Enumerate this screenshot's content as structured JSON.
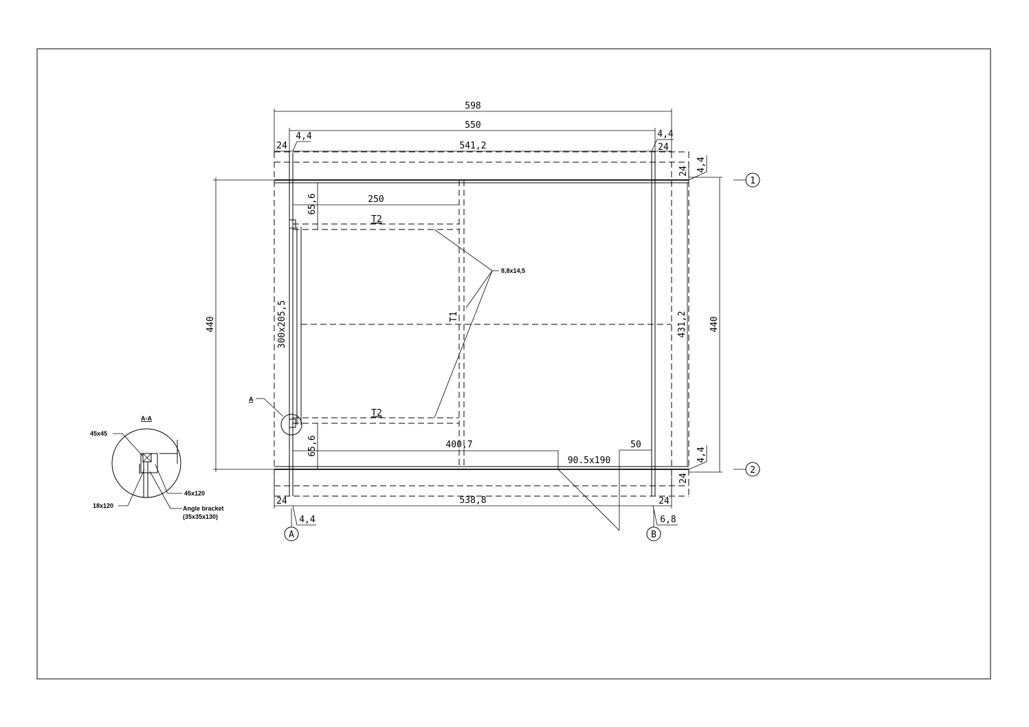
{
  "dimensions": {
    "overall_width": "598",
    "width_550": "550",
    "left_offset_top": "4,4",
    "right_offset_top": "4,4",
    "left_24_top": "24",
    "inner_span_top": "541,2",
    "right_24_top": "24",
    "right_24_upper": "24",
    "right_44_upper": "4,4",
    "height_left": "440",
    "height_right": "440",
    "inner_height_right": "431,2",
    "dim_65_top": "65,6",
    "dim_250": "250",
    "dim_65_bottom": "65,6",
    "dim_400": "400,7",
    "dim_50": "50",
    "right_24_lower": "24",
    "right_44_lower": "4,4",
    "left_24_bottom": "24",
    "inner_span_bottom": "538,8",
    "right_24_bottom": "24",
    "left_offset_bottom": "4,4",
    "right_offset_bottom": "6,8"
  },
  "labels": {
    "beam_t2_top": "T2",
    "beam_t2_bottom": "T2",
    "beam_t1": "T1",
    "section_left": "300x205,5",
    "section_bottom": "90.5x190",
    "bolt_callout": "8,8x14,5",
    "detail_marker": "A"
  },
  "grid": {
    "row_1": "1",
    "row_2": "2",
    "col_a": "A",
    "col_b": "B"
  },
  "detail": {
    "title": "A-A",
    "label_45x45": "45x45",
    "label_18x120": "18x120",
    "label_45x120": "45x120",
    "label_angle_1": "Angle bracket",
    "label_angle_2": "(35x35x130)"
  }
}
